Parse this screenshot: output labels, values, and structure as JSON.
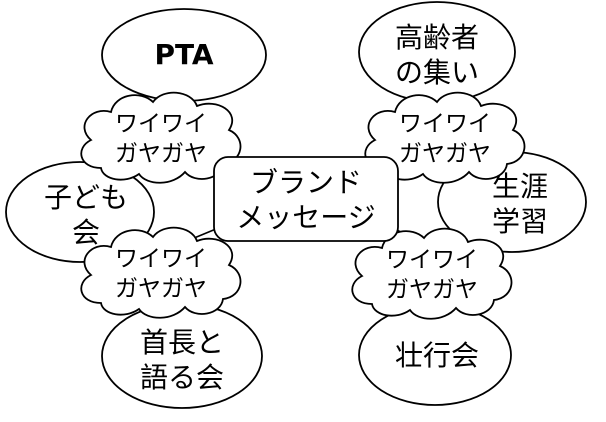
{
  "diagram": {
    "center": {
      "line1": "ブランド",
      "line2": "メッセージ"
    },
    "nodes": {
      "pta": "PTA",
      "elderly": {
        "line1": "高齢者",
        "line2": "の集い"
      },
      "children": {
        "line1": "子ども",
        "line2": "会"
      },
      "lifelong": {
        "line1": "生涯",
        "line2": "学習"
      },
      "mayor": {
        "line1": "首長と",
        "line2": "語る会"
      },
      "youth": "壮行会"
    },
    "clouds": [
      {
        "line1": "ワイワイ",
        "line2": "ガヤガヤ"
      },
      {
        "line1": "ワイワイ",
        "line2": "ガヤガヤ"
      },
      {
        "line1": "ワイワイ",
        "line2": "ガヤガヤ"
      },
      {
        "line1": "ワイワイ",
        "line2": "ガヤガヤ"
      }
    ]
  }
}
